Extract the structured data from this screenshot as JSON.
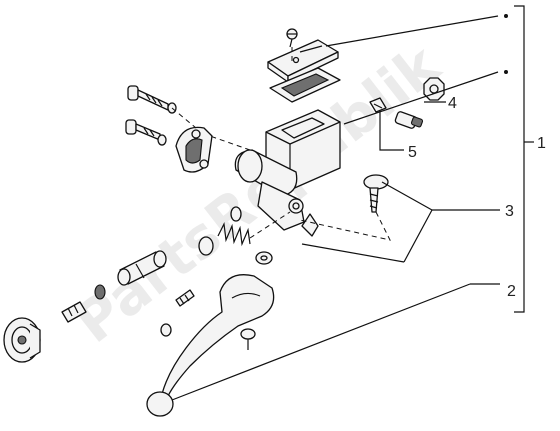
{
  "watermark": "PartsRepublik",
  "callouts": [
    {
      "id": "1",
      "label": "1"
    },
    {
      "id": "2",
      "label": "2"
    },
    {
      "id": "3",
      "label": "3"
    },
    {
      "id": "4",
      "label": "4"
    },
    {
      "id": "5",
      "label": "5"
    }
  ],
  "colors": {
    "line": "#111111",
    "watermark": "#dcdcdc",
    "dark_part": "#6f6f6f"
  }
}
